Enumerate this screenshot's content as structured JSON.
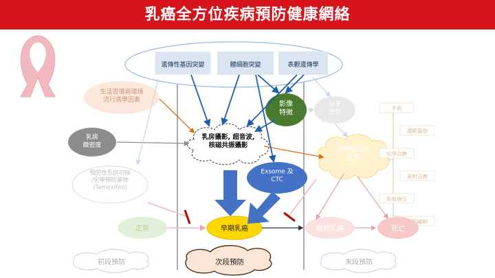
{
  "title": "乳癌全方位疾病預防健康網絡",
  "colors": {
    "title_bg": "#d7141b",
    "ribbon": "#f2b8c0",
    "dark_blue": "#1f5ea8",
    "green": "#4a7a2e",
    "red": "#c00000",
    "orange": "#e36c09",
    "yellow": "#ffd700"
  },
  "nodes": {
    "genetic": "遺傳性基因突變",
    "somatic": "體細胞突變",
    "epigenetic": "表觀遺傳學",
    "lifestyle": "生活習慣與環境\n流行病學因素",
    "density": "乳房\n緻密度",
    "prevention_drug": "預防性乳房切除\n/化學預防藥物\n(Tamoxifen)",
    "imaging_feature": "影像\n特徵",
    "molecular": "分子\n分型",
    "imaging_tools": "乳房攝影, 超音波,\n核磁共振攝影",
    "exosome": "Exsome 及\nCTC",
    "treatment": "治療組合&\n反應",
    "normal": "正常",
    "early": "早期乳癌",
    "late": "晚期乳癌",
    "death": "死亡",
    "primary_prev": "初段預防",
    "secondary_prev": "次段預防",
    "tertiary_prev": "末段預防"
  },
  "treatments": [
    "手術",
    "標靶藥物",
    "化學治療",
    "放射治療",
    "免疫療法",
    "基因編輯"
  ]
}
